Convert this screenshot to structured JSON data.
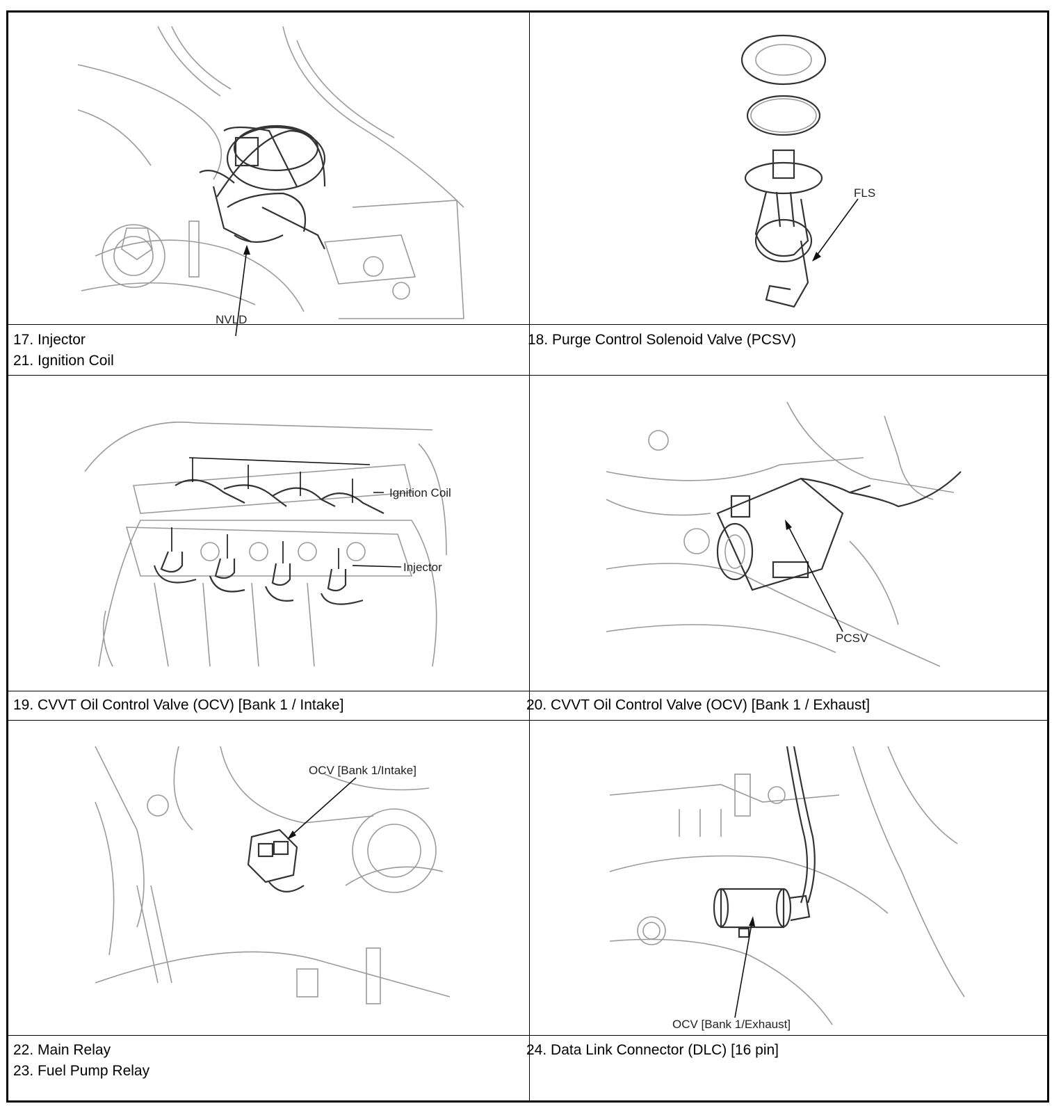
{
  "rows": [
    {
      "left": {
        "caption": [
          "17. Injector",
          "21. Ignition Coil"
        ],
        "labels": {
          "nvld": "NVLD"
        }
      },
      "right": {
        "caption": [
          "18. Purge Control Solenoid Valve (PCSV)"
        ],
        "labels": {
          "fls": "FLS"
        }
      }
    },
    {
      "left": {
        "caption": [
          "19. CVVT Oil Control Valve (OCV) [Bank 1 / Intake]"
        ],
        "labels": {
          "ignition_coil": "Ignition Coil",
          "injector": "Injector"
        }
      },
      "right": {
        "caption": [
          "20. CVVT Oil Control Valve (OCV) [Bank 1 / Exhaust]"
        ],
        "labels": {
          "pcsv": "PCSV"
        }
      }
    },
    {
      "left": {
        "caption": [
          "22. Main Relay",
          "23. Fuel Pump Relay"
        ],
        "labels": {
          "ocv_intake": "OCV [Bank 1/Intake]"
        }
      },
      "right": {
        "caption": [
          "24. Data Link Connector (DLC) [16 pin]"
        ],
        "labels": {
          "ocv_exhaust": "OCV [Bank 1/Exhaust]"
        }
      }
    }
  ]
}
